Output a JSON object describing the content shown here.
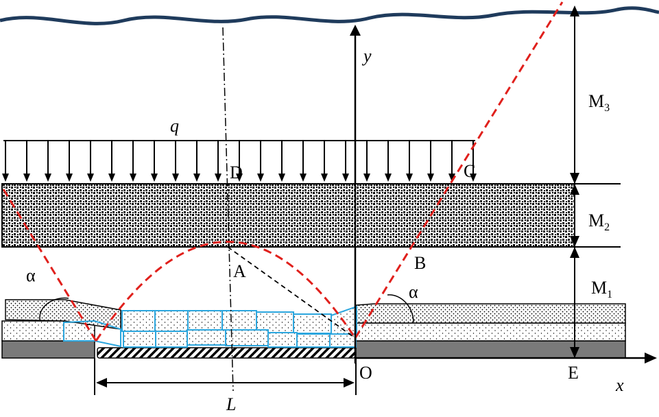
{
  "labels": {
    "q": "q",
    "y": "y",
    "x": "x",
    "D": "D",
    "C": "C",
    "A": "A",
    "B": "B",
    "O": "O",
    "E": "E",
    "L": "L",
    "alpha_left": "α",
    "alpha_right": "α",
    "M3": "M",
    "M3_sub": "3",
    "M2": "M",
    "M2_sub": "2",
    "M1": "M",
    "M1_sub": "1"
  },
  "colors": {
    "water": "#1f3b5c",
    "fracture_lines": "#e0201c",
    "blocks": "#2ba6de",
    "coal": "#7a7a7a",
    "lines": "#000000"
  }
}
